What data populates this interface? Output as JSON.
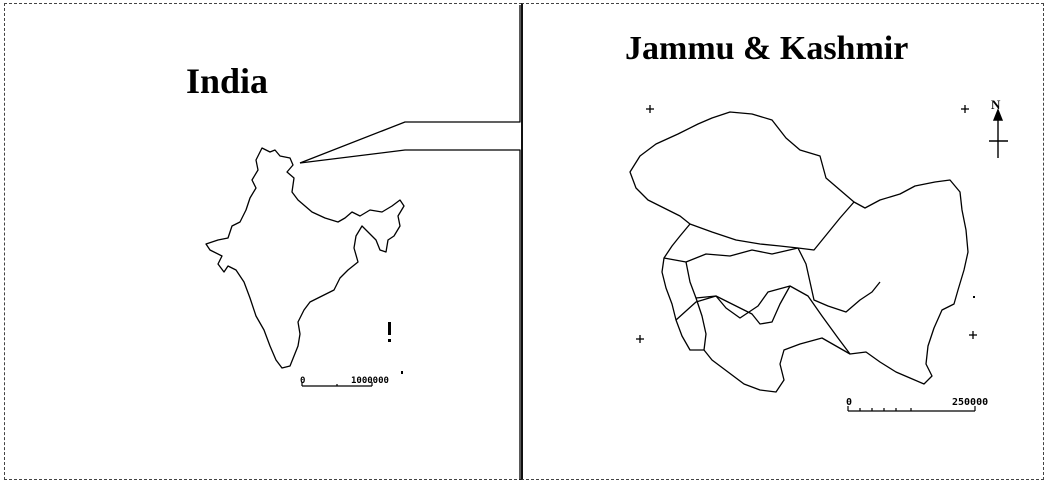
{
  "panels": {
    "left": {
      "title": "India",
      "scale_bar": {
        "min_label": "0",
        "max_label": "1000000"
      }
    },
    "right": {
      "title": "Jammu & Kashmir",
      "scale_bar": {
        "min_label": "0",
        "max_label": "250000"
      },
      "north_arrow": {
        "label": "N"
      }
    }
  },
  "colors": {
    "outline": "#000000",
    "background": "#ffffff"
  }
}
